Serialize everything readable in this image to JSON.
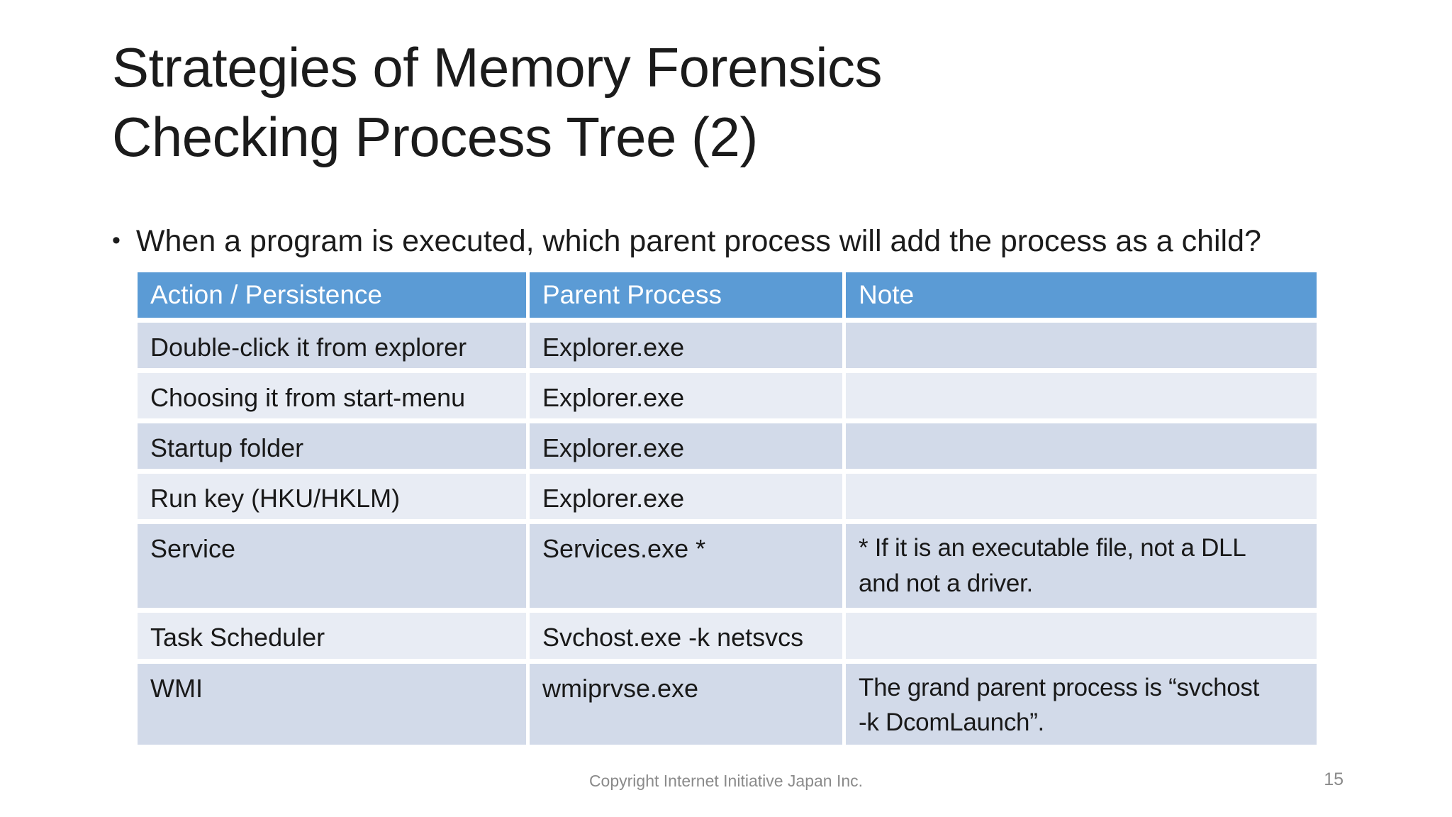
{
  "slide": {
    "title": "Strategies of Memory Forensics\nChecking Process Tree (2)",
    "bullet_marker": "•",
    "bullet": "When a program is executed, which parent process will add the process as a child?",
    "footer": "Copyright Internet Initiative Japan Inc.",
    "page_number": "15"
  },
  "table": {
    "headers": [
      "Action / Persistence",
      "Parent Process",
      "Note"
    ],
    "rows": [
      {
        "action": "Double-click it from explorer",
        "parent": "Explorer.exe",
        "note": ""
      },
      {
        "action": "Choosing it from start-menu",
        "parent": "Explorer.exe",
        "note": ""
      },
      {
        "action": "Startup folder",
        "parent": "Explorer.exe",
        "note": ""
      },
      {
        "action": "Run key (HKU/HKLM)",
        "parent": "Explorer.exe",
        "note": ""
      },
      {
        "action": "Service",
        "parent": "Services.exe *",
        "note": "* If it is an executable file, not a DLL\nand not a driver."
      },
      {
        "action": "Task Scheduler",
        "parent": "Svchost.exe -k netsvcs",
        "note": ""
      },
      {
        "action": "WMI",
        "parent": "wmiprvse.exe",
        "note": "The grand parent process is “svchost\n-k DcomLaunch”."
      }
    ]
  },
  "colors": {
    "header_bg": "#5b9bd5",
    "band_dark": "#d2dae9",
    "band_light": "#e8ecf4",
    "red_text": "#e8191a",
    "footer_gray": "#8a8a8a"
  }
}
